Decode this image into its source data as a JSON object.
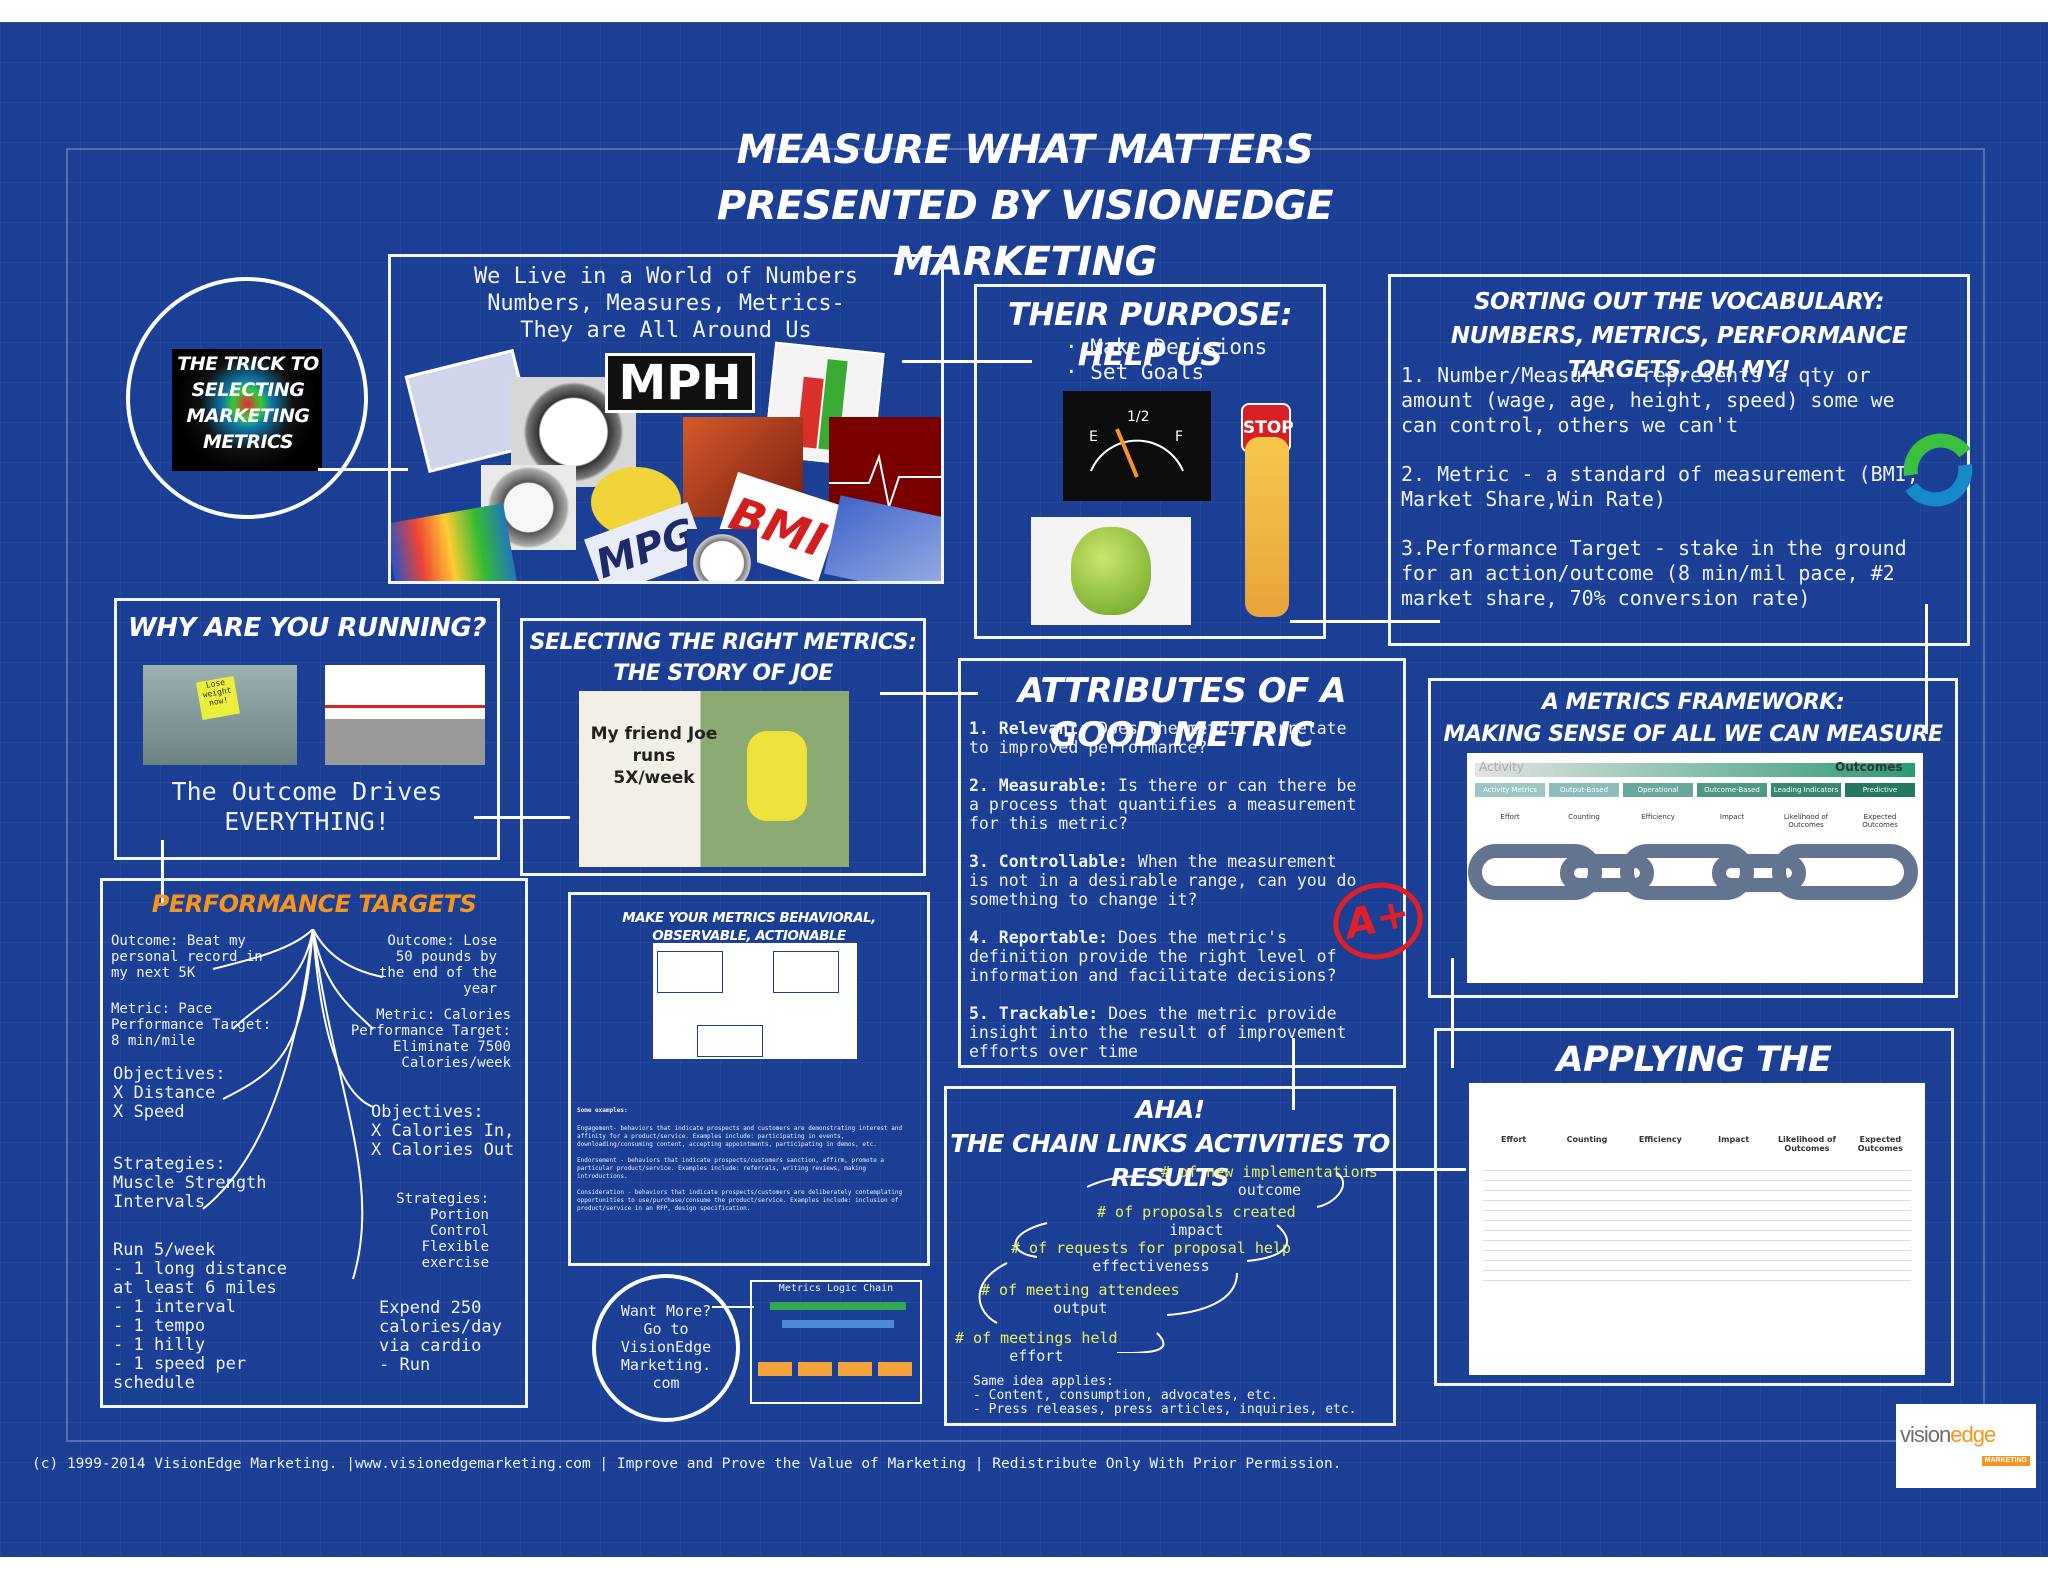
{
  "header": {
    "title_line1": "MEASURE WHAT MATTERS",
    "title_line2": "PRESENTED BY VISIONEDGE MARKETING"
  },
  "trick": {
    "label": "THE TRICK TO SELECTING MARKETING METRICS"
  },
  "world": {
    "line1": "We Live in a World of Numbers",
    "line2": "Numbers, Measures, Metrics-",
    "line3": "They are All Around Us",
    "mph": "MPH",
    "mpg": "MPG",
    "bmi": "BMI"
  },
  "purpose": {
    "title": "THEIR PURPOSE: HELP US",
    "items": [
      "Make Decisions",
      "Set Goals"
    ],
    "gauge_half": "1/2",
    "gauge_e": "E",
    "gauge_f": "F",
    "stop": "STOP"
  },
  "vocab": {
    "title1": "SORTING OUT THE VOCABULARY:",
    "title2": "NUMBERS, METRICS, PERFORMANCE TARGETS, OH MY!",
    "p1": "1. Number/Measure - represents a qty or amount (wage, age, height, speed) some we can control, others we can't",
    "p2": "2. Metric - a standard of measurement (BMI, Market Share,Win Rate)",
    "p3": "3.Performance Target - stake in the ground for an action/outcome (8 min/mil pace, #2 market share, 70% conversion rate)"
  },
  "running": {
    "title": "WHY ARE YOU RUNNING?",
    "note": "Lose weight now!",
    "outcome1": "The Outcome Drives",
    "outcome2": "EVERYTHING!"
  },
  "joe": {
    "title1": "SELECTING THE RIGHT METRICS:",
    "title2": "THE STORY OF JOE",
    "caption1": "My friend Joe",
    "caption2": "runs",
    "caption3": "5X/week"
  },
  "attributes": {
    "title": "ATTRIBUTES OF A GOOD METRIC",
    "items": [
      {
        "k": "1. Relevant:",
        "v": " Does the metric correlate to improved performance?"
      },
      {
        "k": "2. Measurable:",
        "v": " Is there or can there be a process that quantifies a measurement for this metric?"
      },
      {
        "k": "3. Controllable:",
        "v": " When the measurement is not in a desirable range, can you do something to change it?"
      },
      {
        "k": "4. Reportable:",
        "v": " Does the metric's definition provide the right level of information and facilitate decisions?"
      },
      {
        "k": "5. Trackable:",
        "v": "  Does the metric provide insight into the result of improvement efforts over time"
      }
    ],
    "grade": "A+"
  },
  "framework": {
    "title1": "A METRICS FRAMEWORK:",
    "title2": "MAKING SENSE OF ALL WE CAN MEASURE",
    "activity": "Activity",
    "outcomes": "Outcomes",
    "cells": [
      "Activity Metrics",
      "Output-Based",
      "Operational",
      "Outcome-Based",
      "Leading Indicators",
      "Predictive"
    ],
    "labels": [
      "Effort",
      "Counting",
      "Efficiency",
      "Impact",
      "Likelihood of Outcomes",
      "Expected Outcomes"
    ]
  },
  "targets": {
    "title": "PERFORMANCE TARGETS",
    "left": [
      "Outcome: Beat my\npersonal record in\nmy next 5K",
      "Metric: Pace\nPerformance Target:\n8 min/mile",
      "Objectives:\nX Distance\nX Speed",
      "Strategies:\nMuscle Strength\nIntervals",
      "Run 5/week\n- 1 long distance\nat least 6 miles\n- 1 interval\n- 1 tempo\n- 1 hilly\n- 1 speed per\nschedule"
    ],
    "right": [
      "Outcome: Lose\n50 pounds by\nthe end of the\nyear",
      "Metric: Calories\nPerformance Target:\nEliminate 7500\nCalories/week",
      "Objectives:\nX Calories In,\nX Calories Out",
      "Strategies:\nPortion\nControl\nFlexible\nexercise",
      "Expend 250\ncalories/day\nvia cardio\n- Run"
    ]
  },
  "behavioral": {
    "title": "MAKE YOUR METRICS BEHAVIORAL, OBSERVABLE, ACTIONABLE",
    "examples_label": "Some examples:",
    "examples": [
      "Engagement- behaviors that indicate prospects and customers are demonstrating interest and affinity for a product/service. Examples include: participating in events, downloading/consuming content, accepting appointments, participating in demos, etc.",
      "Endorsement - behaviors that indicate prospects/customers sanction, affirm, promote a particular product/service. Examples include: referrals, writing reviews, making introductions.",
      "Consideration - behaviors that indicate prospects/customers are deliberately contemplating opportunities to use/purchase/consume the product/service. Examples include: inclusion of product/service in an RFP, design specification."
    ]
  },
  "wantmore": {
    "text": "Want More?\nGo to\nVisionEdge\nMarketing.\ncom"
  },
  "logic": {
    "title": "Metrics Logic Chain"
  },
  "aha": {
    "title1": "AHA!",
    "title2": "THE CHAIN LINKS ACTIVITIES TO RESULTS",
    "steps": [
      {
        "y": "# of new implementations",
        "w": "outcome"
      },
      {
        "y": "# of proposals created",
        "w": "impact"
      },
      {
        "y": "# of requests for proposal help",
        "w": "effectiveness"
      },
      {
        "y": "# of meeting attendees",
        "w": "output"
      },
      {
        "y": "# of meetings held",
        "w": "effort"
      }
    ],
    "same": "Same idea applies:",
    "b1": "- Content, consumption, advocates, etc.",
    "b2": "- Press releases, press articles, inquiries, etc."
  },
  "applying": {
    "title": "APPLYING THE FRAMEWORK",
    "cols": [
      "Effort",
      "Counting",
      "Efficiency",
      "Impact",
      "Likelihood of Outcomes",
      "Expected Outcomes"
    ]
  },
  "footer": {
    "text": "(c) 1999-2014 VisionEdge Marketing. |www.visionedgemarketing.com | Improve and Prove the Value of Marketing | Redistribute Only With Prior Permission."
  },
  "logo": {
    "vision": "vision",
    "edge": "edge",
    "tag": "MARKETING"
  },
  "colors": {
    "background": "#1c3f96",
    "accent_orange": "#f7941d",
    "accent_yellow": "#e8f15a"
  }
}
